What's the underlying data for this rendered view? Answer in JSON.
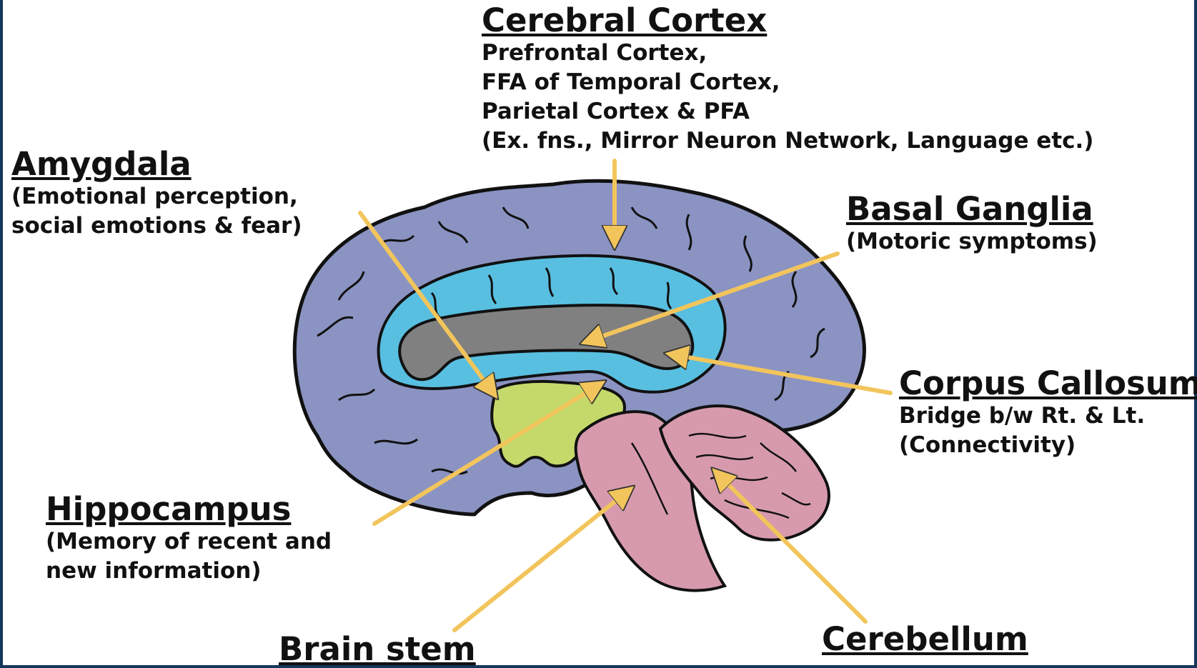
{
  "colors": {
    "frame": "#16365c",
    "cortex": "#8b93c2",
    "cingulate": "#58bfe0",
    "corpus_callosum": "#808080",
    "amygdala_hippocampus": "#c4d96a",
    "brainstem_cerebellum": "#d79aad",
    "arrow": "#f2c55c",
    "outline": "#111111"
  },
  "labels": {
    "cerebral_cortex": {
      "title": "Cerebral Cortex",
      "lines": [
        "Prefrontal Cortex,",
        "FFA of Temporal Cortex,",
        "Parietal Cortex & PFA",
        "(Ex. fns., Mirror Neuron Network, Language etc.)"
      ]
    },
    "amygdala": {
      "title": "Amygdala",
      "lines": [
        "(Emotional perception,",
        "social emotions & fear)"
      ]
    },
    "basal_ganglia": {
      "title": "Basal Ganglia",
      "lines": [
        "(Motoric symptoms)"
      ]
    },
    "corpus_callosum": {
      "title": "Corpus Callosum",
      "lines": [
        "Bridge b/w Rt. & Lt.",
        "(Connectivity)"
      ]
    },
    "hippocampus": {
      "title": "Hippocampus",
      "lines": [
        "(Memory of recent and",
        "new information)"
      ]
    },
    "brain_stem": {
      "title": "Brain stem"
    },
    "cerebellum": {
      "title": "Cerebellum"
    }
  }
}
